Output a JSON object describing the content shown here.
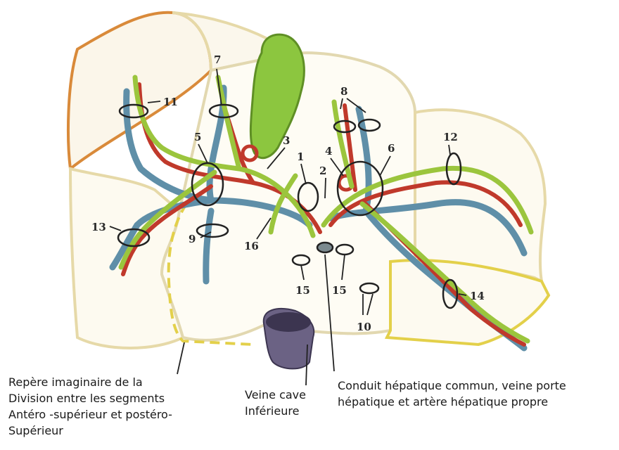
{
  "numbers": {
    "n1": "1",
    "n2": "2",
    "n3": "3",
    "n4": "4",
    "n5": "5",
    "n6": "6",
    "n7": "7",
    "n8": "8",
    "n9": "9",
    "n10": "10",
    "n11": "11",
    "n12": "12",
    "n13": "13",
    "n14": "14",
    "n15a": "15",
    "n15b": "15",
    "n16": "16"
  },
  "captions": {
    "repere": [
      "Repère imaginaire de la",
      "Division entre les segments",
      "Antéro -supérieur  et postéro-",
      "Supérieur"
    ],
    "veine_cave": [
      "Veine cave",
      "Inférieure"
    ],
    "conduit": [
      "Conduit hépatique commun, veine porte",
      "hépatique  et artère hépatique propre"
    ]
  },
  "colors": {
    "portal_vein": "#5f8fa8",
    "artery": "#c0392b",
    "bile_duct": "#9bc53d",
    "gallbladder": "#8cc63f",
    "liver_outline": "#e6d9a8",
    "left_outline": "#d98a3a",
    "segment_yellow": "#e3d04a",
    "ivc": "#5c5470"
  }
}
